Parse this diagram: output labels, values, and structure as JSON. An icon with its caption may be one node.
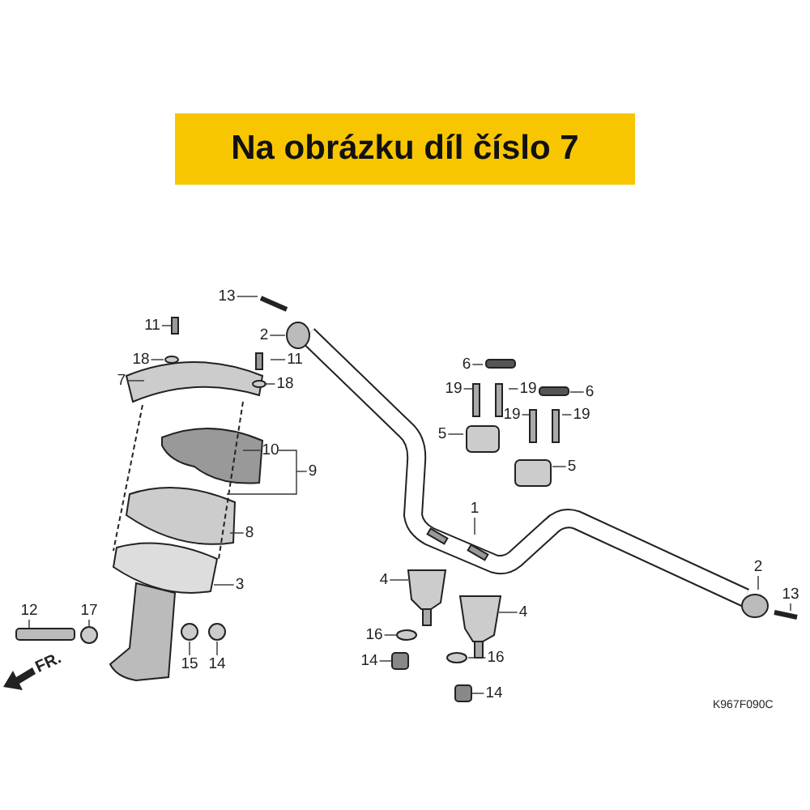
{
  "diagram": {
    "title": "Na obrázku díl číslo 7",
    "nodes": [
      {
        "text": [
          "13"
        ]
      },
      {
        "text": [
          "2"
        ]
      },
      {
        "text": [
          "11"
        ]
      },
      {
        "text": [
          "18"
        ]
      },
      {
        "text": [
          "11"
        ]
      },
      {
        "text": [
          "7"
        ]
      },
      {
        "text": [
          "18"
        ]
      },
      {
        "text": [
          "6"
        ]
      },
      {
        "text": [
          "19"
        ]
      },
      {
        "text": [
          "19"
        ]
      },
      {
        "text": [
          "6"
        ]
      },
      {
        "text": [
          "19"
        ]
      },
      {
        "text": [
          "19"
        ]
      },
      {
        "text": [
          "5"
        ]
      },
      {
        "text": [
          "10"
        ]
      },
      {
        "text": [
          "9"
        ]
      },
      {
        "text": [
          "5"
        ]
      },
      {
        "text": [
          "1"
        ]
      },
      {
        "text": [
          "8"
        ]
      },
      {
        "text": [
          "4"
        ]
      },
      {
        "text": [
          "3"
        ]
      },
      {
        "text": [
          "2"
        ]
      },
      {
        "text": [
          "13"
        ]
      },
      {
        "text": [
          "12"
        ]
      },
      {
        "text": [
          "17"
        ]
      },
      {
        "text": [
          "4"
        ]
      },
      {
        "text": [
          "16"
        ]
      },
      {
        "text": [
          "16"
        ]
      },
      {
        "text": [
          "14"
        ]
      },
      {
        "text": [
          "15"
        ]
      },
      {
        "text": [
          "14"
        ]
      },
      {
        "text": [
          "14"
        ]
      }
    ],
    "edges": [
      {
        "from": 0,
        "to": null,
        "arrow": "none"
      },
      {
        "from": 1,
        "to": null,
        "arrow": "none"
      },
      {
        "from": 2,
        "to": null,
        "arrow": "none"
      },
      {
        "from": 3,
        "to": null,
        "arrow": "none"
      },
      {
        "from": 4,
        "to": null,
        "arrow": "none"
      },
      {
        "from": 5,
        "to": null,
        "arrow": "none"
      },
      {
        "from": 6,
        "to": null,
        "arrow": "none"
      },
      {
        "from": 7,
        "to": null,
        "arrow": "none"
      },
      {
        "from": 8,
        "to": null,
        "arrow": "none"
      },
      {
        "from": 9,
        "to": null,
        "arrow": "none"
      },
      {
        "from": 10,
        "to": null,
        "arrow": "none"
      },
      {
        "from": 11,
        "to": null,
        "arrow": "none"
      },
      {
        "from": 12,
        "to": null,
        "arrow": "none"
      },
      {
        "from": 13,
        "to": null,
        "arrow": "none"
      },
      {
        "from": 14,
        "to": null,
        "arrow": "none"
      },
      {
        "from": 15,
        "to": null,
        "arrow": "none"
      },
      {
        "from": 16,
        "to": null,
        "arrow": "none"
      },
      {
        "from": 17,
        "to": null,
        "arrow": "none"
      },
      {
        "from": 18,
        "to": null,
        "arrow": "none"
      },
      {
        "from": 19,
        "to": null,
        "arrow": "none"
      },
      {
        "from": 20,
        "to": null,
        "arrow": "none"
      },
      {
        "from": 21,
        "to": null,
        "arrow": "none"
      },
      {
        "from": 22,
        "to": null,
        "arrow": "none"
      },
      {
        "from": 23,
        "to": null,
        "arrow": "none"
      },
      {
        "from": 24,
        "to": null,
        "arrow": "none"
      },
      {
        "from": 25,
        "to": null,
        "arrow": "none"
      },
      {
        "from": 26,
        "to": null,
        "arrow": "none"
      },
      {
        "from": 27,
        "to": null,
        "arrow": "none"
      },
      {
        "from": 28,
        "to": null,
        "arrow": "none"
      },
      {
        "from": 29,
        "to": null,
        "arrow": "none"
      },
      {
        "from": 30,
        "to": null,
        "arrow": "none"
      },
      {
        "from": 31,
        "to": null,
        "arrow": "none"
      }
    ],
    "labels": [
      "FR.",
      "K967F090C"
    ]
  }
}
